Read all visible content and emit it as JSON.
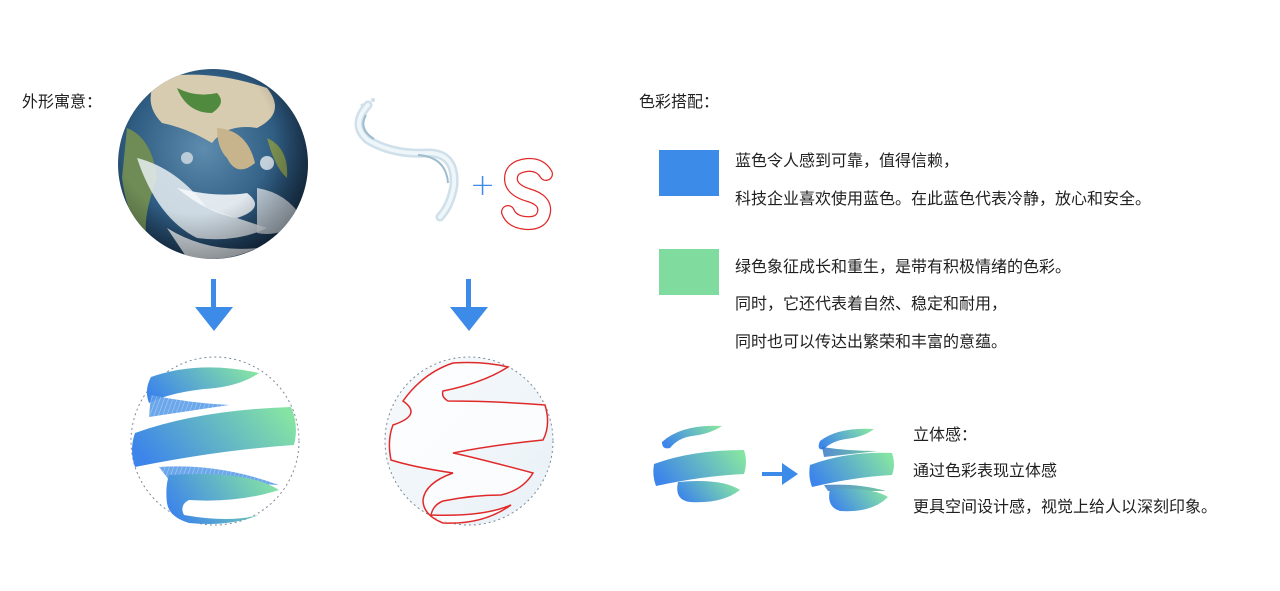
{
  "shape_meaning": {
    "title": "外形寓意："
  },
  "color_matching": {
    "title": "色彩搭配：",
    "blue": {
      "color": "#3d8be8",
      "line1": "蓝色令人感到可靠，值得信赖，",
      "line2": "科技企业喜欢使用蓝色。在此蓝色代表冷静，放心和安全。"
    },
    "green": {
      "color": "#7fdc9e",
      "line1": "绿色象征成长和重生，是带有积极情绪的色彩。",
      "line2": "同时，它还代表着自然、稳定和耐用，",
      "line3": "同时也可以传达出繁荣和丰富的意蕴。"
    }
  },
  "dimension": {
    "title": "立体感：",
    "line1": "通过色彩表现立体感",
    "line2": "更具空间设计感，视觉上给人以深刻印象。"
  },
  "diagram": {
    "plus_symbol": "+",
    "letter": "S",
    "arrow_color": "#3d8be8",
    "logo_gradient": [
      "#3d85ea",
      "#85e3a4"
    ],
    "outline_color": "#e02a2a"
  }
}
